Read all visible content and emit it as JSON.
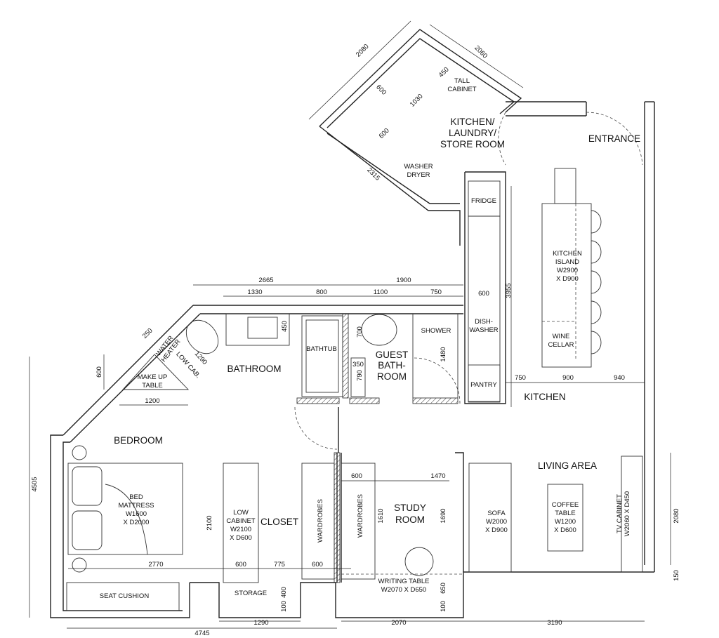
{
  "rooms": {
    "kitchen_laundry": [
      "KITCHEN/",
      "LAUNDRY/",
      "STORE ROOM"
    ],
    "entrance": "ENTRANCE",
    "bathroom": "BATHROOM",
    "guest_bathroom": [
      "GUEST",
      "BATH-",
      "ROOM"
    ],
    "bedroom": "BEDROOM",
    "closet": "CLOSET",
    "study_room": [
      "STUDY",
      "ROOM"
    ],
    "living_area": "LIVING AREA",
    "kitchen": "KITCHEN"
  },
  "fixtures": {
    "tall_cabinet": [
      "TALL",
      "CABINET"
    ],
    "washer_dryer": [
      "WASHER",
      "DRYER"
    ],
    "fridge": "FRIDGE",
    "kitchen_island": [
      "KITCHEN",
      "ISLAND",
      "W2900",
      "X D900"
    ],
    "wine_cellar": [
      "WINE",
      "CELLAR"
    ],
    "dishwasher": [
      "DISH-",
      "WASHER"
    ],
    "pantry": "PANTRY",
    "shower": "SHOWER",
    "bathtub": "BATHTUB",
    "make_up_table": [
      "MAKE UP",
      "TABLE"
    ],
    "water_heater": [
      "WATER",
      "HEATER"
    ],
    "low_cab": "LOW CAB.",
    "bed_mattress": [
      "BED",
      "MATTRESS",
      "W1600",
      "X D2000"
    ],
    "low_cabinet": [
      "LOW",
      "CABINET",
      "W2100",
      "X D600"
    ],
    "wardrobes_1": "WARDROBES",
    "wardrobes_2": "WARDROBES",
    "sofa": [
      "SOFA",
      "W2000",
      "X D900"
    ],
    "coffee_table": [
      "COFFEE",
      "TABLE",
      "W1200",
      "X D600"
    ],
    "tv_cabinet": [
      "TV CABINET",
      "W2060 X D450"
    ],
    "seat_cushion": "SEAT CUSHION",
    "storage": "STORAGE",
    "writing_table": [
      "WRITING TABLE",
      "W2070 X D650"
    ]
  },
  "dimensions": {
    "k_2080": "2080",
    "k_2060": "2060",
    "k_600a": "600",
    "k_450": "450",
    "k_1030": "1030",
    "k_600b": "600",
    "k_2315": "2315",
    "top_2665": "2665",
    "top_1900": "1900",
    "top_1330": "1330",
    "top_800": "800",
    "top_1100": "1100",
    "top_750": "750",
    "b_250": "250",
    "b_1290": "1290",
    "b_450": "450",
    "g_700": "700",
    "g_350": "350",
    "g_790": "790",
    "g_1480": "1480",
    "dw_600": "600",
    "v_3955": "3955",
    "i_750": "750",
    "i_900": "900",
    "i_940": "940",
    "m_600": "600",
    "m_1200": "1200",
    "v_4505": "4505",
    "c_2100": "2100",
    "s_600": "600",
    "s_1470": "1470",
    "s_1610": "1610",
    "s_1690": "1690",
    "r_2080": "2080",
    "r_150": "150",
    "bd_2770": "2770",
    "bd_600": "600",
    "bd_775": "775",
    "bd_600b": "600",
    "st_400": "400",
    "st_100": "100",
    "wt_650": "650",
    "wt_100": "100",
    "bot_1290": "1290",
    "bot_2070": "2070",
    "bot_3190": "3190",
    "bot_4745": "4745"
  }
}
